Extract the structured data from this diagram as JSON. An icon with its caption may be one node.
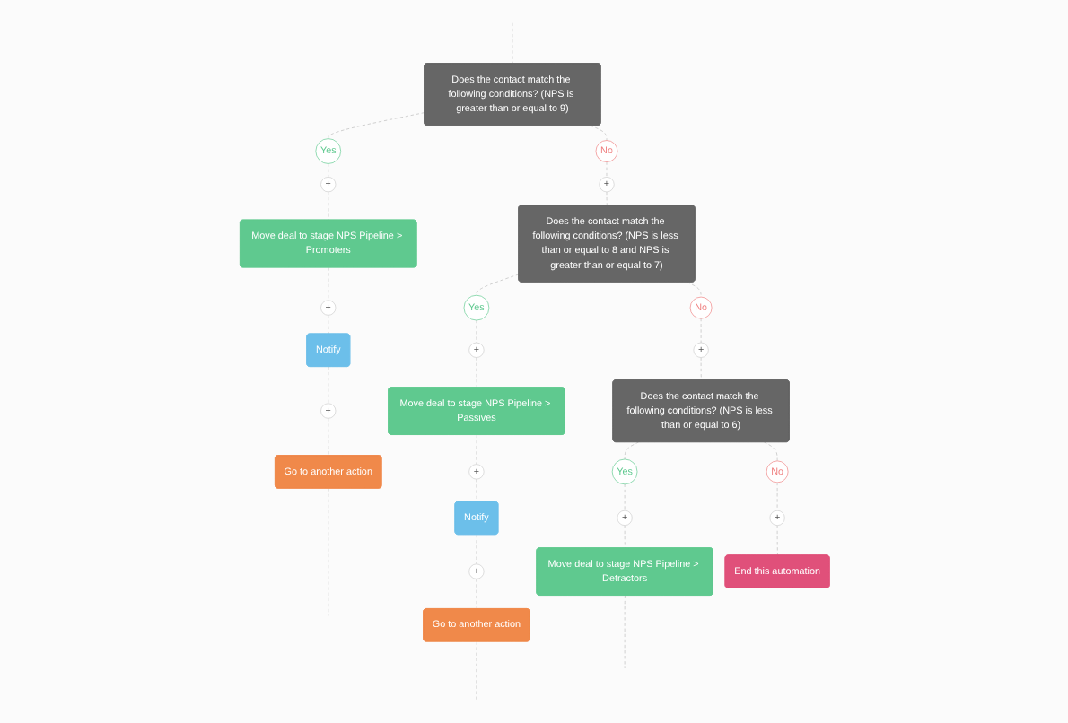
{
  "diagram": {
    "nodes": [
      {
        "text": [
          "Does the contact match the following conditions? (NPS is greater than or equal to 9)"
        ]
      },
      {
        "text": [
          "Yes"
        ]
      },
      {
        "text": [
          "No"
        ]
      },
      {
        "text": [
          "+"
        ]
      },
      {
        "text": [
          "+"
        ]
      },
      {
        "text": [
          "Move deal to stage NPS Pipeline > Promoters"
        ]
      },
      {
        "text": [
          "Does the contact match the following conditions? (NPS is less than or equal to 8 and NPS is greater than or equal to 7)"
        ]
      },
      {
        "text": [
          "+"
        ]
      },
      {
        "text": [
          "Notify"
        ]
      },
      {
        "text": [
          "Yes"
        ]
      },
      {
        "text": [
          "No"
        ]
      },
      {
        "text": [
          "+"
        ]
      },
      {
        "text": [
          "+"
        ]
      },
      {
        "text": [
          "Go to another action"
        ]
      },
      {
        "text": [
          "Move deal to stage NPS Pipeline > Passives"
        ]
      },
      {
        "text": [
          "Does the contact match the following conditions? (NPS is less than or equal to 6)"
        ]
      },
      {
        "text": [
          "+"
        ]
      },
      {
        "text": [
          "Notify"
        ]
      },
      {
        "text": [
          "Yes"
        ]
      },
      {
        "text": [
          "No"
        ]
      },
      {
        "text": [
          "+"
        ]
      },
      {
        "text": [
          "+"
        ]
      },
      {
        "text": [
          "+"
        ]
      },
      {
        "text": [
          "Go to another action"
        ]
      },
      {
        "text": [
          "Move deal to stage NPS Pipeline > Detractors"
        ]
      },
      {
        "text": [
          "End this automation"
        ]
      },
      {
        "text": [
          "+"
        ]
      }
    ],
    "edges": [
      {
        "from": null,
        "to": 0,
        "arrow": "none",
        "style": "dashed"
      },
      {
        "from": 0,
        "to": 1,
        "arrow": "none",
        "style": "dashed"
      },
      {
        "from": 0,
        "to": 2,
        "arrow": "none",
        "style": "dashed"
      },
      {
        "from": 1,
        "to": 3,
        "arrow": "none",
        "style": "dashed"
      },
      {
        "from": 2,
        "to": 4,
        "arrow": "none",
        "style": "dashed"
      },
      {
        "from": 3,
        "to": 5,
        "arrow": "none",
        "style": "dashed"
      },
      {
        "from": 4,
        "to": 6,
        "arrow": "none",
        "style": "dashed"
      },
      {
        "from": 5,
        "to": 7,
        "arrow": "none",
        "style": "dashed"
      },
      {
        "from": 7,
        "to": 8,
        "arrow": "none",
        "style": "dashed"
      },
      {
        "from": 6,
        "to": 9,
        "arrow": "none",
        "style": "dashed"
      },
      {
        "from": 6,
        "to": 10,
        "arrow": "none",
        "style": "dashed"
      },
      {
        "from": 8,
        "to": 11,
        "arrow": "none",
        "style": "dashed"
      },
      {
        "from": 9,
        "to": 12,
        "arrow": "none",
        "style": "dashed"
      },
      {
        "from": 11,
        "to": 13,
        "arrow": "none",
        "style": "dashed"
      },
      {
        "from": 12,
        "to": 14,
        "arrow": "none",
        "style": "dashed"
      },
      {
        "from": 10,
        "to": 16,
        "arrow": "none",
        "style": "dashed"
      },
      {
        "from": 16,
        "to": 15,
        "arrow": "none",
        "style": "dashed"
      },
      {
        "from": 14,
        "to": 21,
        "arrow": "none",
        "style": "dashed"
      },
      {
        "from": 21,
        "to": 17,
        "arrow": "none",
        "style": "dashed"
      },
      {
        "from": 15,
        "to": 18,
        "arrow": "none",
        "style": "dashed"
      },
      {
        "from": 15,
        "to": 19,
        "arrow": "none",
        "style": "dashed"
      },
      {
        "from": 17,
        "to": 22,
        "arrow": "none",
        "style": "dashed"
      },
      {
        "from": 18,
        "to": 20,
        "arrow": "none",
        "style": "dashed"
      },
      {
        "from": 19,
        "to": 26,
        "arrow": "none",
        "style": "dashed"
      },
      {
        "from": 26,
        "to": 25,
        "arrow": "none",
        "style": "dashed"
      },
      {
        "from": 22,
        "to": 23,
        "arrow": "none",
        "style": "dashed"
      },
      {
        "from": 20,
        "to": 24,
        "arrow": "none",
        "style": "dashed"
      },
      {
        "from": 13,
        "to": null,
        "arrow": "none",
        "style": "dashed"
      },
      {
        "from": 23,
        "to": null,
        "arrow": "none",
        "style": "dashed"
      },
      {
        "from": 24,
        "to": null,
        "arrow": "none",
        "style": "dashed"
      }
    ]
  }
}
